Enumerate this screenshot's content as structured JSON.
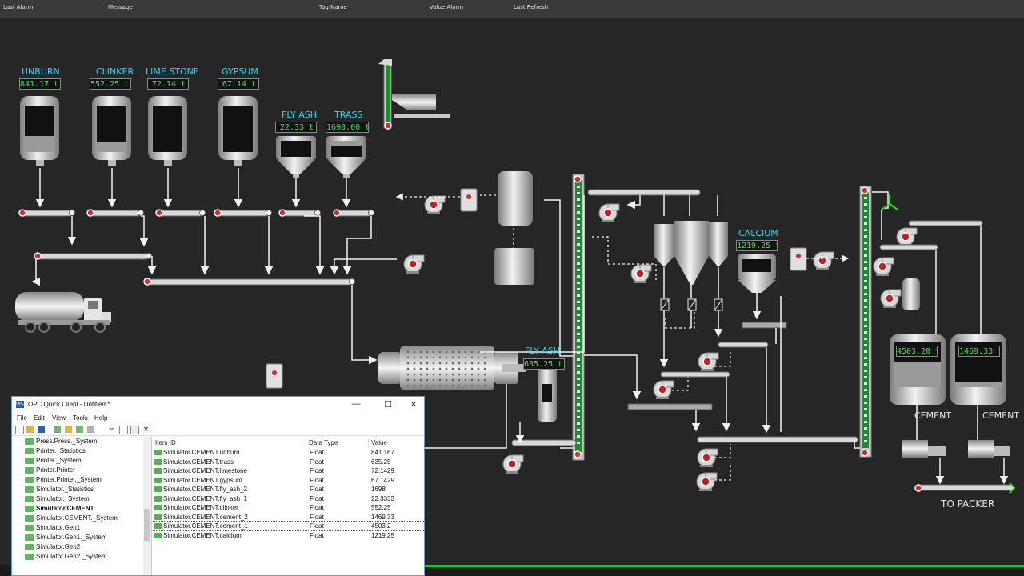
{
  "alarm_bar": {
    "columns": [
      "Last Alarm",
      "Message",
      "Tag Name",
      "Value Alarm",
      "Last Refresh"
    ]
  },
  "silos": [
    {
      "name": "UNBURN",
      "value": "841.17 t",
      "fill": 0.33
    },
    {
      "name": "CLINKER",
      "value": "552.25 t",
      "fill": 0.2
    },
    {
      "name": "LIME STONE",
      "value": "72.14 t",
      "fill": 0.02
    },
    {
      "name": "GYPSUM",
      "value": "67.14 t",
      "fill": 0.02
    }
  ],
  "hoppers": [
    {
      "name": "FLY ASH",
      "value": "22.33 t"
    },
    {
      "name": "TRASS",
      "value": "1698.00 t"
    }
  ],
  "mill_flyash": {
    "name": "FLY ASH",
    "value": "635.25 t"
  },
  "calcium": {
    "name": "CALCIUM",
    "value": "1219.25 t"
  },
  "cement_silos": [
    {
      "name": "CEMENT",
      "value": "4503.20 t",
      "fill": 0.8
    },
    {
      "name": "CEMENT",
      "value": "1469.33 t",
      "fill": 0.25
    }
  ],
  "packer_label": "TO PACKER",
  "opc": {
    "title": "OPC Quick Client - Untitled *",
    "icon_text": "OPC",
    "menu": [
      "File",
      "Edit",
      "View",
      "Tools",
      "Help"
    ],
    "tree": [
      {
        "label": "Press.Press._System",
        "bold": false
      },
      {
        "label": "Printer._Statistics",
        "bold": false
      },
      {
        "label": "Printer._System",
        "bold": false
      },
      {
        "label": "Printer.Printer",
        "bold": false
      },
      {
        "label": "Printer.Printer._System",
        "bold": false
      },
      {
        "label": "Simulator._Statistics",
        "bold": false
      },
      {
        "label": "Simulator._System",
        "bold": false
      },
      {
        "label": "Simulator.CEMENT",
        "bold": true
      },
      {
        "label": "Simulator.CEMENT._System",
        "bold": false
      },
      {
        "label": "Simulator.Gen1",
        "bold": false
      },
      {
        "label": "Simulator.Gen1._System",
        "bold": false
      },
      {
        "label": "Simulator.Gen2",
        "bold": false
      },
      {
        "label": "Simulator.Gen2._System",
        "bold": false
      }
    ],
    "columns": [
      "Item ID",
      "Data Type",
      "Value"
    ],
    "rows": [
      {
        "id": "Simulator.CEMENT.unburn",
        "type": "Float",
        "value": "841.167"
      },
      {
        "id": "Simulator.CEMENT.trass",
        "type": "Float",
        "value": "635.25"
      },
      {
        "id": "Simulator.CEMENT.limestone",
        "type": "Float",
        "value": "72.1429"
      },
      {
        "id": "Simulator.CEMENT.gypsum",
        "type": "Float",
        "value": "67.1429"
      },
      {
        "id": "Simulator.CEMENT.fly_ash_2",
        "type": "Float",
        "value": "1698"
      },
      {
        "id": "Simulator.CEMENT.fly_ash_1",
        "type": "Float",
        "value": "22.3333"
      },
      {
        "id": "Simulator.CEMENT.clinker",
        "type": "Float",
        "value": "552.25"
      },
      {
        "id": "Simulator.CEMENT.cement_2",
        "type": "Float",
        "value": "1469.33"
      },
      {
        "id": "Simulator.CEMENT.cement_1",
        "type": "Float",
        "value": "4503.2"
      },
      {
        "id": "Simulator.CEMENT.calcium",
        "type": "Float",
        "value": "1219.25"
      }
    ]
  }
}
